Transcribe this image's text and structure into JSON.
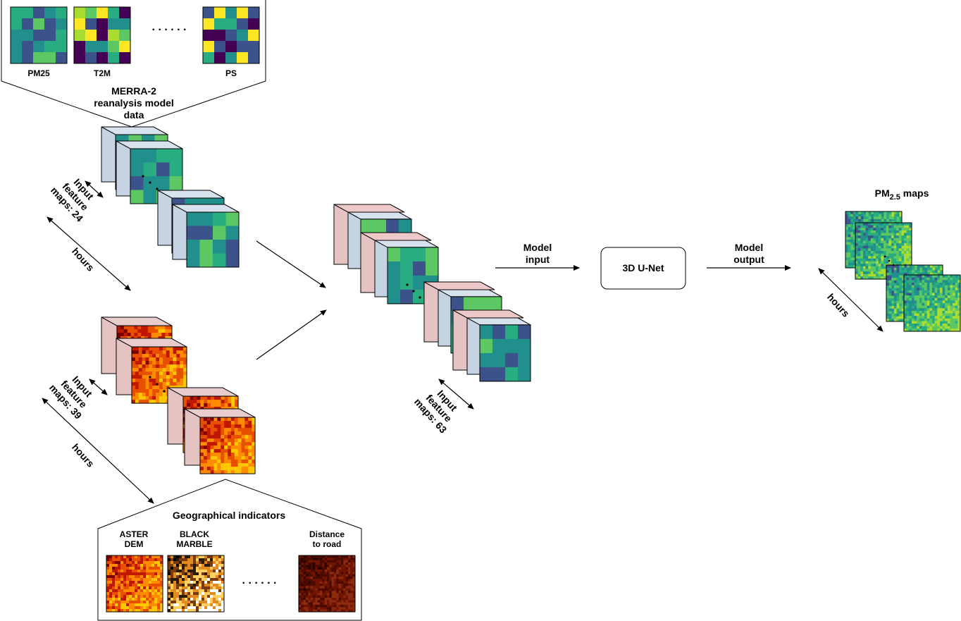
{
  "merra": {
    "title": "MERRA-2 reanalysis model data",
    "title_lines": [
      "MERRA-2",
      "reanalysis model",
      "data"
    ],
    "variables": [
      "PM25",
      "T2M",
      "PS"
    ],
    "ellipsis": ". . . . . ."
  },
  "geo": {
    "title": "Geographical indicators",
    "items": [
      {
        "lines": [
          "ASTER",
          "DEM"
        ]
      },
      {
        "lines": [
          "BLACK",
          "MARBLE"
        ]
      },
      {
        "lines": [
          "Distance",
          "to road"
        ]
      }
    ],
    "ellipsis": ". . . . . ."
  },
  "labels": {
    "merra_features": [
      "Input",
      "feature",
      "maps: 24"
    ],
    "geo_features": [
      "Input",
      "feature",
      "maps: 39"
    ],
    "combined_features": [
      "Input",
      "feature",
      "maps: 63"
    ],
    "hours": "hours",
    "model_input": [
      "Model",
      "input"
    ],
    "model_output": [
      "Model",
      "output"
    ],
    "unet": "3D U-Net",
    "pm_maps_prefix": "PM",
    "pm_maps_sub": "2.5",
    "pm_maps_suffix": " maps"
  },
  "colors": {
    "cube_side_blue": "#c5d3e3",
    "cube_side_pink": "#e6c3c3",
    "viridis": [
      "#440154",
      "#3b528b",
      "#21908c",
      "#27ad81",
      "#5dc863",
      "#aadc32",
      "#fde725"
    ],
    "hot": [
      "#7a0000",
      "#c01800",
      "#e85000",
      "#ff8c00",
      "#ffc800"
    ]
  }
}
